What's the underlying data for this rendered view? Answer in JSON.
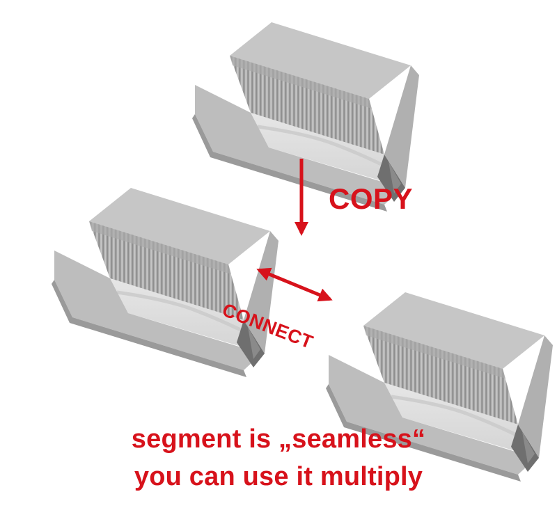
{
  "labels": {
    "copy": "COPY",
    "connect": "CONNECT"
  },
  "caption": {
    "line1": "segment is „seamless“",
    "line2": "you can use it multiply"
  },
  "colors": {
    "accent": "#d7121b",
    "terrain_light": "#d2d2d2",
    "terrain_mid": "#b9b9b9",
    "terrain_dark": "#6f6f6f"
  }
}
